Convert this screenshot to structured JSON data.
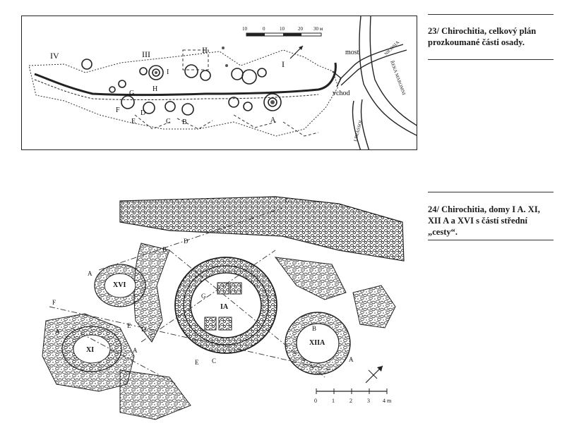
{
  "figure1": {
    "caption": "23/ Chirochitia, celkový plán prozkoumané části osady.",
    "sectors": [
      "IV",
      "III",
      "II",
      "I"
    ],
    "house_letters": [
      "G",
      "H",
      "I",
      "F",
      "D",
      "E",
      "C",
      "B",
      "A"
    ],
    "scale_ticks": [
      "10",
      "0",
      "10",
      "20",
      "30 м"
    ],
    "labels": {
      "bridge": "most",
      "entrance": "vchod"
    },
    "roads": [
      "NICOSIA",
      "ŘEKA MAROMNI",
      "LIMASSOL"
    ]
  },
  "figure2": {
    "caption": "24/ Chirochitia, domy I A. XI, XII A a XVI s částí střední „cesty“.",
    "house_labels": [
      "XVI",
      "IA",
      "XIIA",
      "XI"
    ],
    "section_letters": [
      "A",
      "B",
      "C",
      "D",
      "E",
      "F",
      "G"
    ],
    "scale_ticks": [
      "0",
      "1",
      "2",
      "3",
      "4 m"
    ]
  }
}
